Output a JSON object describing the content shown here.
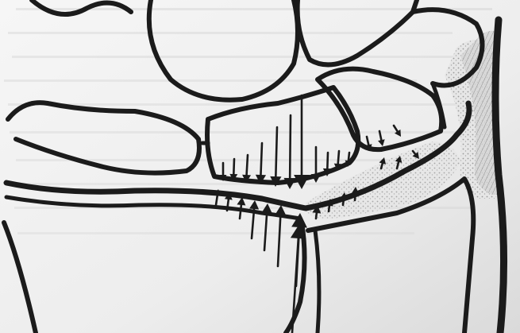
{
  "figure": {
    "kind": "anatomical sketch of joint with force arrows",
    "colors": {
      "ink": "#1b1b1b",
      "paper_light": "#f4f4f4",
      "paper_shade": "#d9d9d9",
      "cartilage_stipple": "#b8b8b8",
      "bleed_text": "#8a8a8a"
    },
    "arrow_groups": [
      {
        "group": "upper-compression",
        "count": 12,
        "direction": "down"
      },
      {
        "group": "lower-compression",
        "count": 12,
        "direction": "up"
      },
      {
        "group": "right-small",
        "count": 6,
        "direction": "down"
      },
      {
        "group": "right-upward",
        "count": 4,
        "direction": "up"
      }
    ]
  }
}
